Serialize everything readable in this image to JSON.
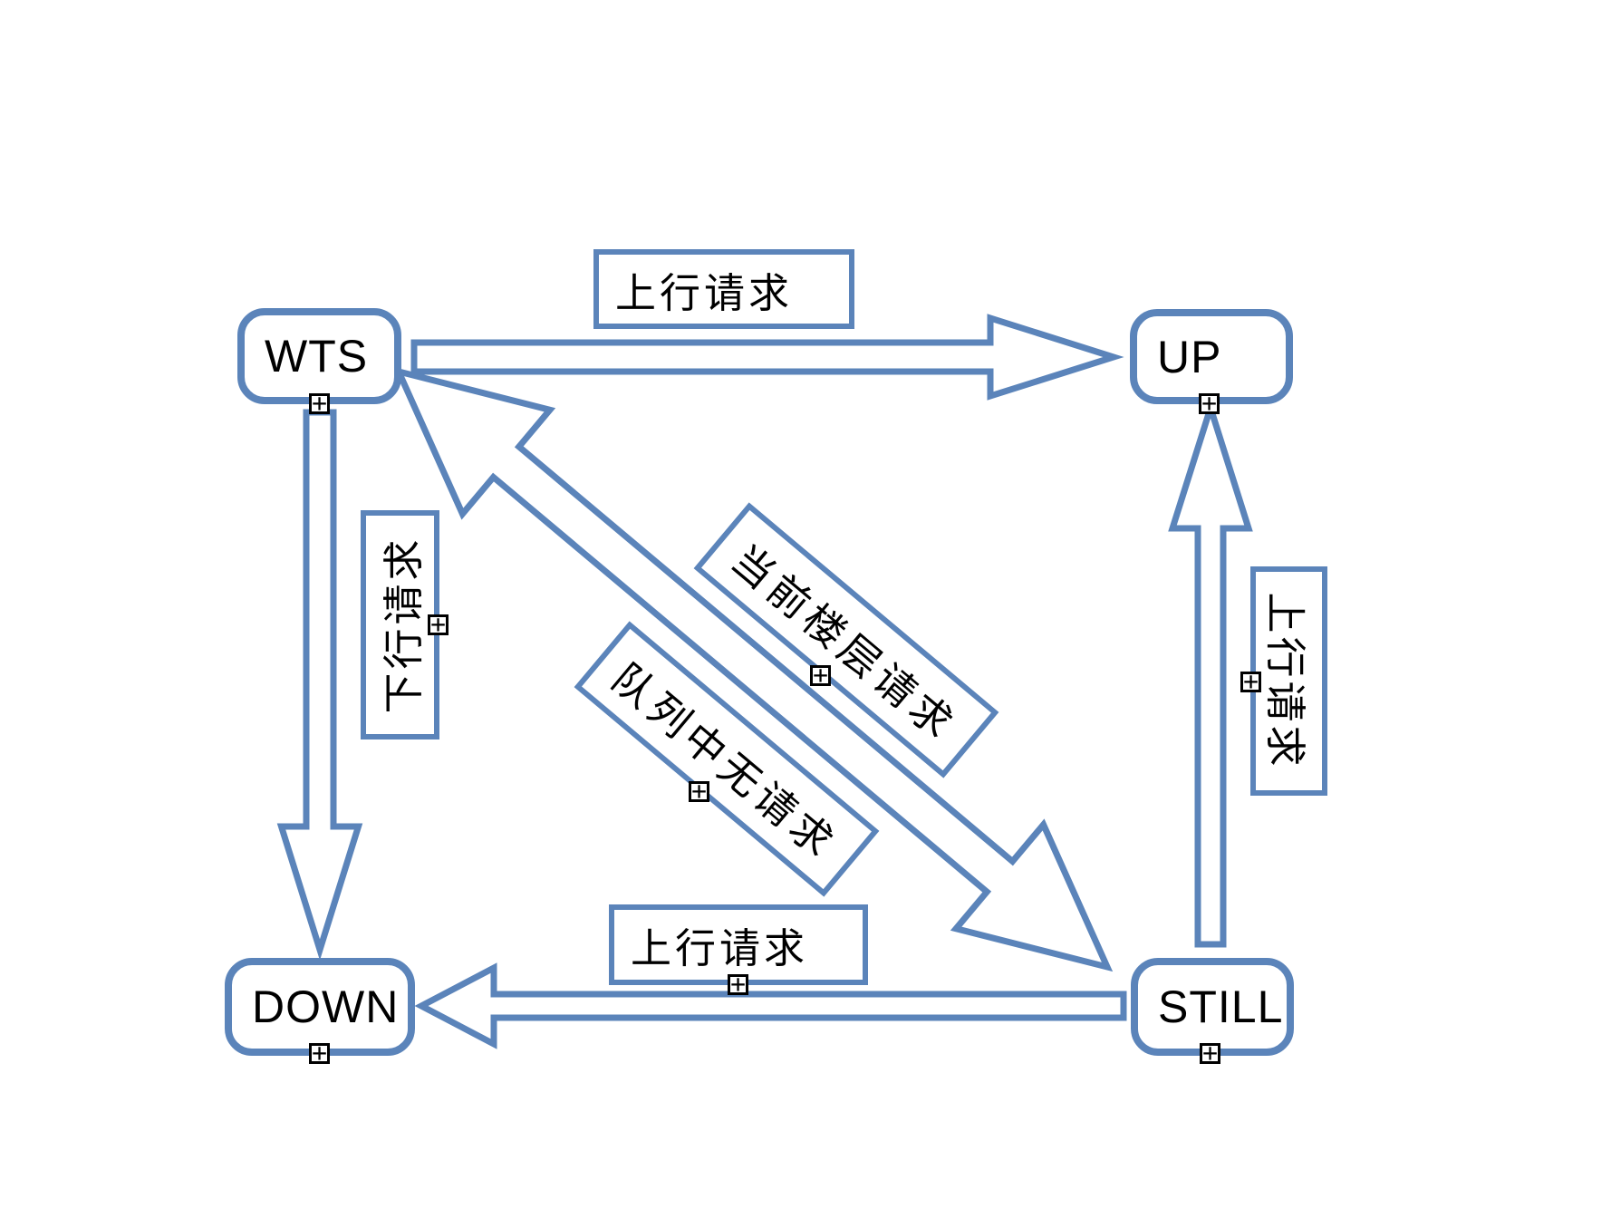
{
  "diagram": {
    "type": "state-diagram",
    "background": "#ffffff",
    "accent_color": "#5b84ba",
    "text_color": "#000000",
    "states": {
      "wts": {
        "label": "WTS"
      },
      "up": {
        "label": "UP"
      },
      "down": {
        "label": "DOWN"
      },
      "still": {
        "label": "STILL"
      }
    },
    "transitions": {
      "wts_to_up": {
        "label": "上行请求",
        "from": "WTS",
        "to": "UP"
      },
      "wts_to_down": {
        "label": "下行请求",
        "from": "WTS",
        "to": "DOWN"
      },
      "still_to_up": {
        "label": "上行请求",
        "from": "STILL",
        "to": "UP"
      },
      "still_to_down": {
        "label": "上行请求",
        "from": "STILL",
        "to": "DOWN"
      },
      "wts_to_still": {
        "label": "当前楼层请求",
        "from": "WTS",
        "to": "STILL"
      },
      "still_to_wts": {
        "label": "队列中无请求",
        "from": "STILL",
        "to": "WTS"
      }
    },
    "expand_marker_glyph": "+"
  }
}
